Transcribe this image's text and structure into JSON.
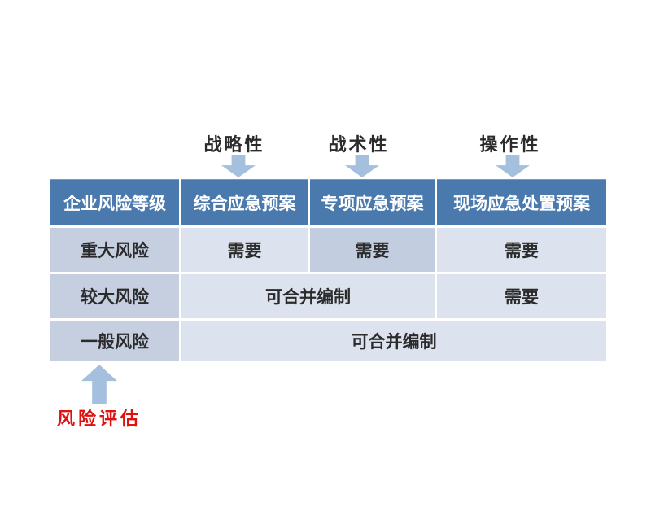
{
  "colors": {
    "page_bg": "#ffffff",
    "header_bg": "#4a79ae",
    "header_text": "#ffffff",
    "row_label_bg": "#c5cfe0",
    "cell_bg": "#dce3ee",
    "highlight_cell_bg": "#c3cde0",
    "arrow": "#a5bfde",
    "annotation_text": "#e01111",
    "body_text": "#2b2b2b"
  },
  "top_labels": {
    "strategic": "战略性",
    "tactical": "战术性",
    "operational": "操作性"
  },
  "table": {
    "headers": [
      "企业风险等级",
      "综合应急预案",
      "专项应急预案",
      "现场应急处置预案"
    ],
    "rows": [
      {
        "level": "重大风险",
        "cells": [
          "需要",
          "需要",
          "需要"
        ]
      },
      {
        "level": "较大风险",
        "cells": [
          "可合并编制",
          "需要"
        ]
      },
      {
        "level": "一般风险",
        "cells": [
          "可合并编制"
        ]
      }
    ]
  },
  "bottom_annotation": {
    "label": "风险评估"
  }
}
